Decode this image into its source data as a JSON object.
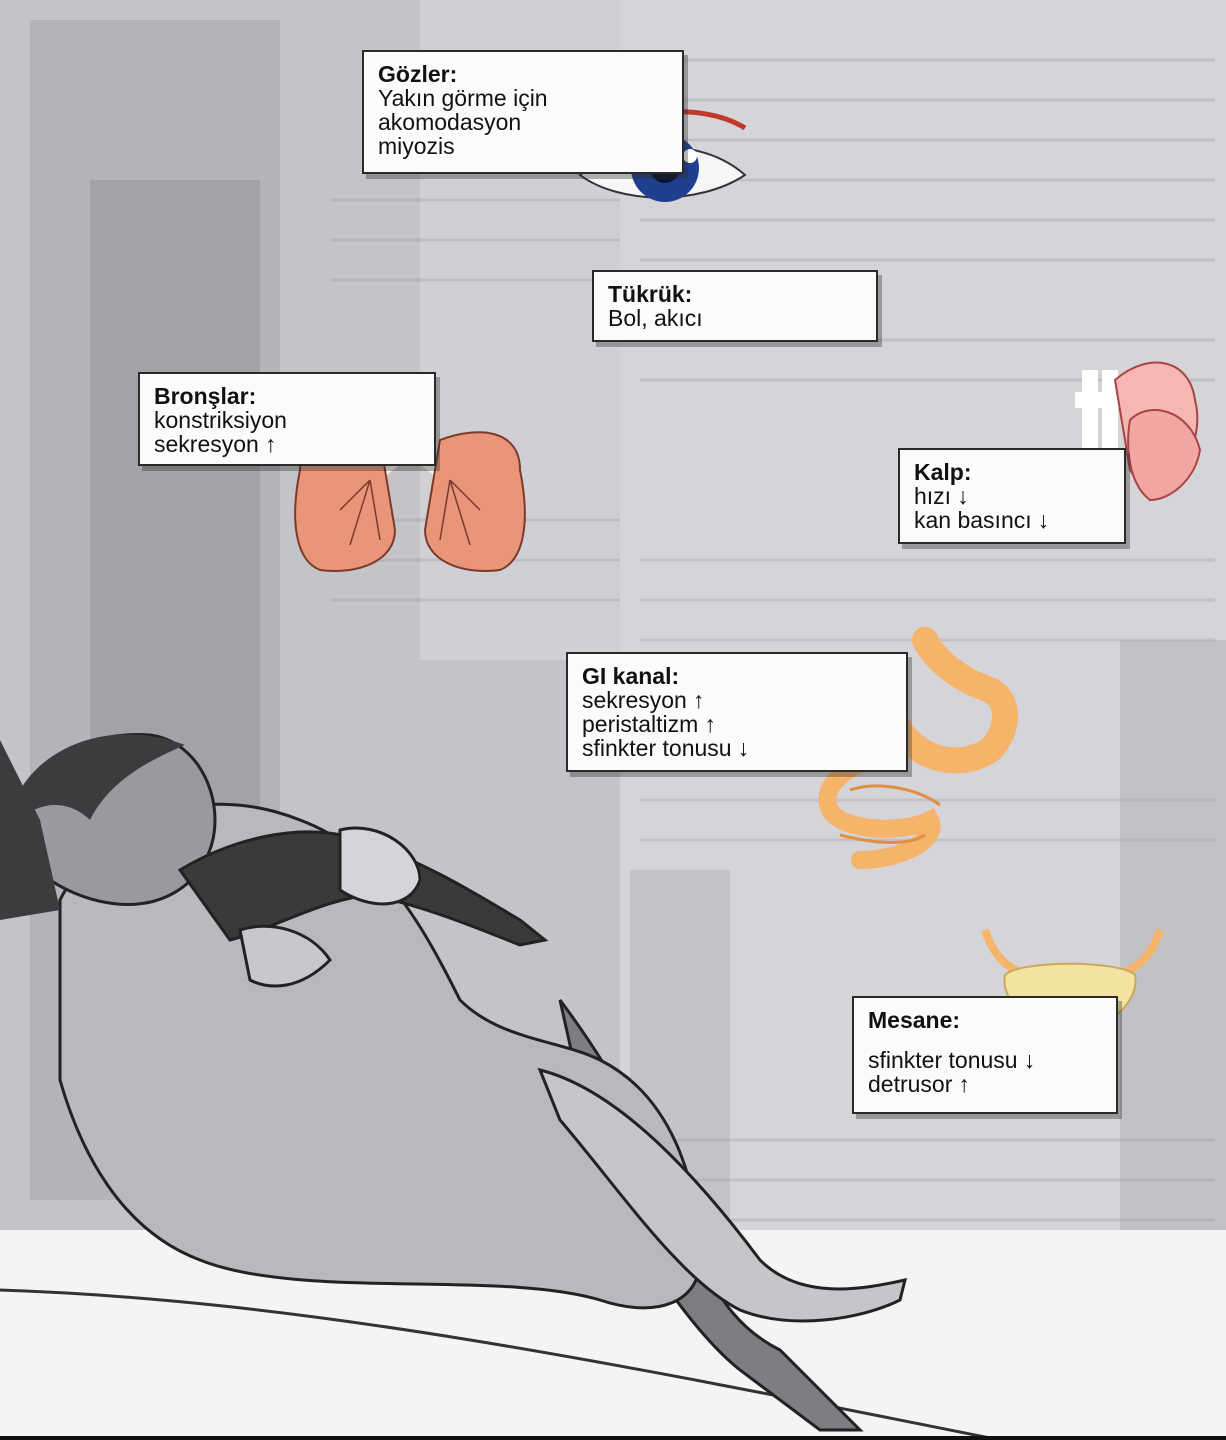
{
  "callouts": {
    "eyes": {
      "title": "Gözler:",
      "lines": [
        "Yakın görme için",
        "akomodasyon",
        "miyozis"
      ]
    },
    "saliva": {
      "title": "Tükrük:",
      "lines": [
        "Bol, akıcı"
      ]
    },
    "bronchi": {
      "title": "Bronşlar:",
      "lines": [
        "konstriksiyon",
        "sekresyon"
      ],
      "arrows": [
        "",
        "↑"
      ]
    },
    "heart": {
      "title": "Kalp:",
      "lines": [
        "hızı",
        "kan basıncı"
      ],
      "arrows": [
        "↓",
        "↓"
      ]
    },
    "gi": {
      "title": "GI kanal:",
      "lines": [
        "sekresyon",
        "peristaltizm",
        "sfinkter tonusu"
      ],
      "arrows": [
        "↑",
        "↑",
        "↓"
      ]
    },
    "bladder": {
      "title": "Mesane:",
      "lines": [
        "sfinkter tonusu",
        "detrusor"
      ],
      "arrows": [
        "↓",
        "↑"
      ]
    }
  },
  "icons": [
    "eye-icon",
    "lungs-icon",
    "heart-icon",
    "stomach-intestine-icon",
    "bladder-icon",
    "man-figure"
  ],
  "colors": {
    "box_border": "#2a2a2a",
    "organ_orange": "#f6b36a",
    "lung": "#e9957a",
    "heart": "#f4b7b4",
    "bladder": "#f2e3a0",
    "eye_iris": "#1f3f8f",
    "brow": "#c0392b"
  }
}
